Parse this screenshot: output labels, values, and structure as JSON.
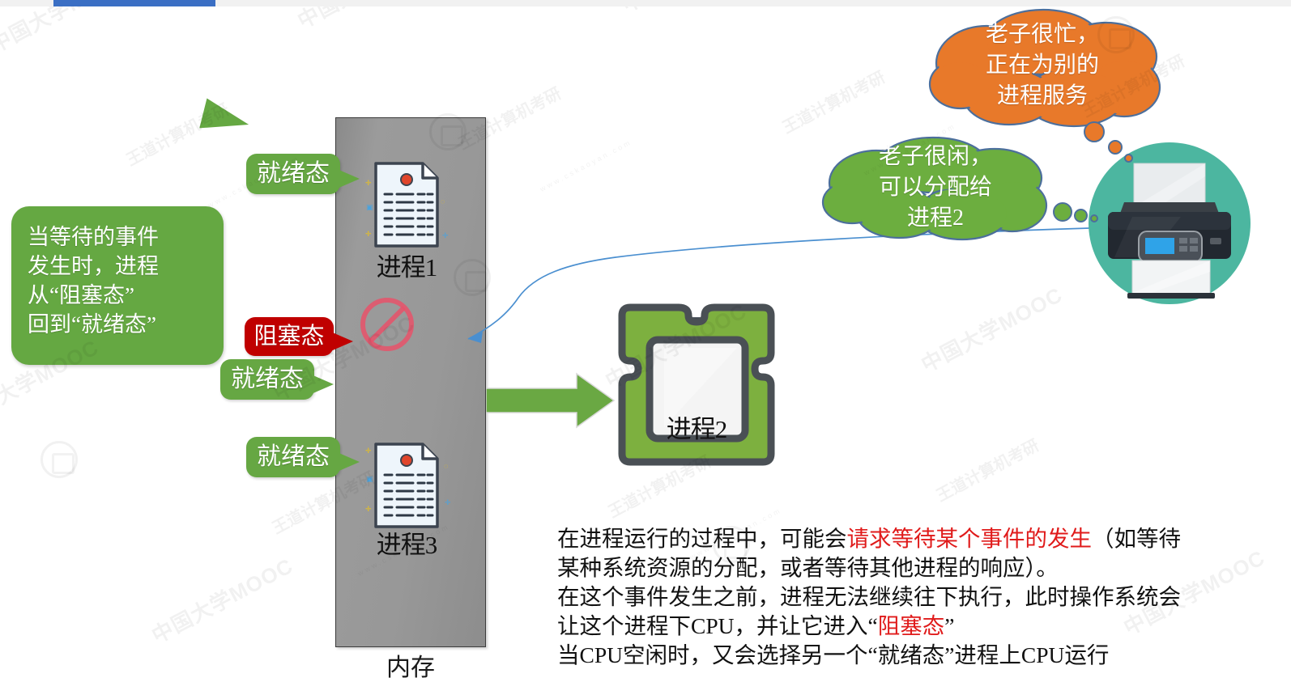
{
  "meta": {
    "slide_topic": "process-blocked-and-ready-state",
    "accent_green": "#66a743",
    "accent_red": "#c00000",
    "accent_orange": "#e8792a",
    "accent_teal": "#4cb6a0",
    "accent_blue": "#3b6fc4",
    "memory_gray": "#949494"
  },
  "progress": {
    "name": "video-progress-bar",
    "percent": 17
  },
  "memory": {
    "label": "内存",
    "processes": [
      {
        "id": "p1",
        "caption": "进程1"
      },
      {
        "id": "p3",
        "caption": "进程3"
      }
    ]
  },
  "state_labels": {
    "ready_top": "就绪态",
    "blocked": "阻塞态",
    "ready_mid": "就绪态",
    "ready_bottom": "就绪态"
  },
  "callout": {
    "text": "当等待的事件\n发生时，进程\n从“阻塞态”\n回到“就绪态”"
  },
  "clouds": {
    "busy": {
      "text": "老子很忙，\n正在为别的\n进程服务",
      "color": "#e8792a"
    },
    "idle": {
      "text": "老子很闲，\n可以分配给\n进程2",
      "color": "#6cae3f"
    }
  },
  "cpu": {
    "caption": "进程2",
    "icon": "cpu-chip-icon"
  },
  "device": {
    "icon": "printer-icon",
    "circle_color": "#4cb6a0"
  },
  "body": {
    "line1_a": "在进程运行的过程中，可能会",
    "line1_red": "请求等待某个事件的发生",
    "line1_b": "（如等待",
    "line2": "某种系统资源的分配，或者等待其他进程的响应）。",
    "line3": "在这个事件发生之前，进程无法继续往下执行，此时操作系统会",
    "line4_a": "让这个进程下CPU，并让它进入“",
    "line4_red": "阻塞态",
    "line4_b": "”",
    "line5": "当CPU空闲时，又会选择另一个“就绪态”进程上CPU运行"
  },
  "watermarks": {
    "mooc": "中国大学MOOC",
    "kaoyan": "王道计算机考研",
    "site": "www.cskaoyan.com"
  },
  "icons": {
    "document": "document-icon",
    "prohibition": "prohibition-icon",
    "arrow": "right-arrow-icon",
    "connector": "connector-arrow-icon"
  }
}
